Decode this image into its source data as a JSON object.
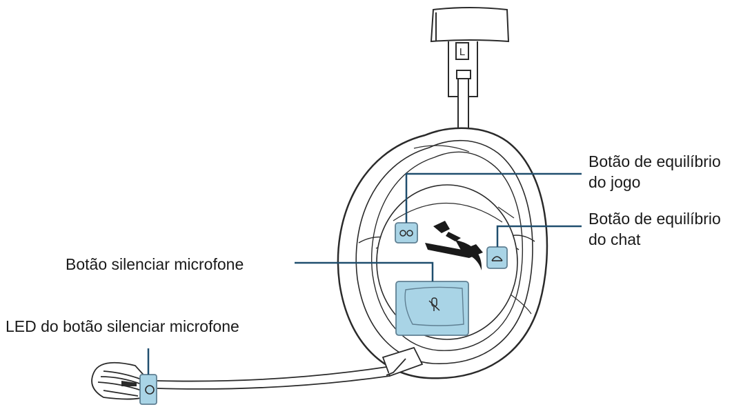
{
  "labels": {
    "game_balance_line1": "Botão de equilíbrio",
    "game_balance_line2": "do jogo",
    "chat_balance_line1": "Botão de equilíbrio",
    "chat_balance_line2": "do chat",
    "mic_mute_button": "Botão silenciar microfone",
    "mic_mute_led": "LED do botão silenciar microfone"
  },
  "headband_marker": "L",
  "colors": {
    "callout_line": "#1f4e6e",
    "highlight_fill": "#a9d4e6",
    "highlight_stroke": "#5f7f92",
    "outline": "#2a2a2a"
  }
}
